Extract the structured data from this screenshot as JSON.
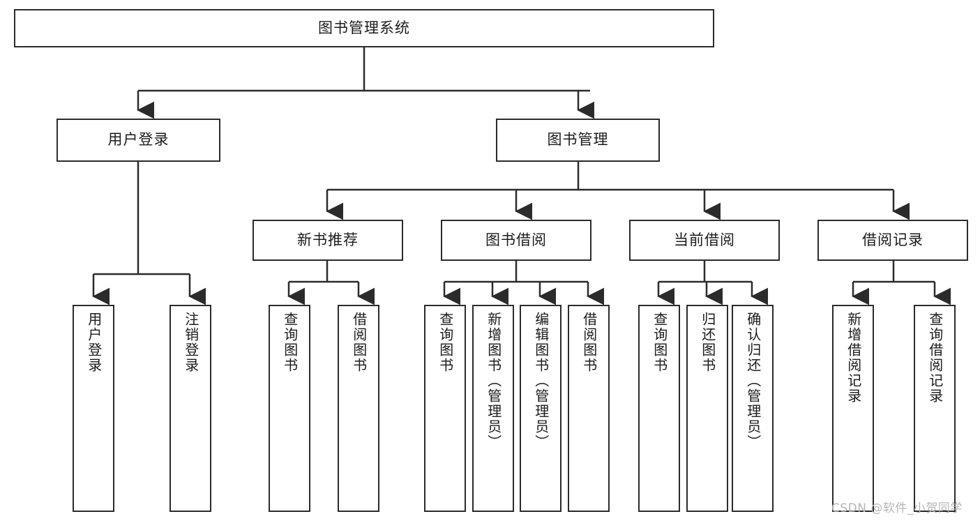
{
  "diagram": {
    "title": "图书管理系统",
    "type": "tree",
    "orientation": "top-down",
    "colors": {
      "box_border": "#2b2b2b",
      "box_fill": "#ffffff",
      "edge": "#2b2b2b",
      "text": "#1b1b1b",
      "watermark": "#b6b6b6",
      "background": "#ffffff"
    }
  },
  "nodes": {
    "root": {
      "label": "图书管理系统",
      "level": 0
    },
    "level1": [
      {
        "id": "user-login",
        "label": "用户登录"
      },
      {
        "id": "book-manage",
        "label": "图书管理"
      }
    ],
    "level2": [
      {
        "id": "new-book-recommend",
        "label": "新书推荐",
        "parent": "book-manage"
      },
      {
        "id": "book-borrow",
        "label": "图书借阅",
        "parent": "book-manage"
      },
      {
        "id": "current-borrow",
        "label": "当前借阅",
        "parent": "book-manage"
      },
      {
        "id": "borrow-record",
        "label": "借阅记录",
        "parent": "book-manage"
      }
    ],
    "leaves": {
      "user-login": [
        {
          "id": "leaf-user-login",
          "label": "用户登录"
        },
        {
          "id": "leaf-user-logout",
          "label": "注销登录"
        }
      ],
      "new-book-recommend": [
        {
          "id": "leaf-query-book-1",
          "label": "查询图书"
        },
        {
          "id": "leaf-borrow-book-1",
          "label": "借阅图书"
        }
      ],
      "book-borrow": [
        {
          "id": "leaf-query-book-2",
          "label": "查询图书"
        },
        {
          "id": "leaf-add-book",
          "label": "新增图书（管理员）"
        },
        {
          "id": "leaf-edit-book",
          "label": "编辑图书（管理员）"
        },
        {
          "id": "leaf-borrow-book-2",
          "label": "借阅图书"
        }
      ],
      "current-borrow": [
        {
          "id": "leaf-query-book-3",
          "label": "查询图书"
        },
        {
          "id": "leaf-return-book",
          "label": "归还图书"
        },
        {
          "id": "leaf-confirm-return",
          "label": "确认归还（管理员）"
        }
      ],
      "borrow-record": [
        {
          "id": "leaf-add-record",
          "label": "新增借阅记录"
        },
        {
          "id": "leaf-query-record",
          "label": "查询借阅记录"
        }
      ]
    }
  },
  "watermark": {
    "text": "CSDN @软件_小贺同学"
  }
}
